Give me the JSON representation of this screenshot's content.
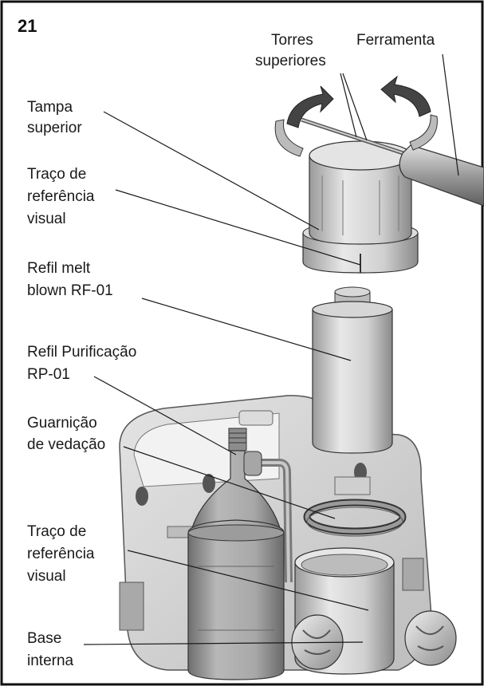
{
  "figure_number": "21",
  "labels": {
    "torres": [
      "Torres",
      "superiores"
    ],
    "ferramenta": [
      "Ferramenta"
    ],
    "tampa": [
      "Tampa",
      "superior"
    ],
    "traco_top": [
      "Traço de",
      "referência",
      "visual"
    ],
    "refil_melt": [
      "Refil melt",
      "blown RF-01"
    ],
    "refil_purif": [
      "Refil Purificação",
      "RP-01"
    ],
    "guarnicao": [
      "Guarnição",
      "de vedação"
    ],
    "traco_bottom": [
      "Traço de",
      "referência",
      "visual"
    ],
    "base": [
      "Base",
      "interna"
    ]
  },
  "parts": {
    "cap": "top-cap",
    "tool": "tool-rod",
    "rotation_arrows": "rotation-arrow-icon",
    "cylinder": "melt-blown-cartridge",
    "bottle": "purification-cartridge",
    "gasket": "sealing-ring",
    "base": "inner-base",
    "housing": "housing-back-panel"
  }
}
